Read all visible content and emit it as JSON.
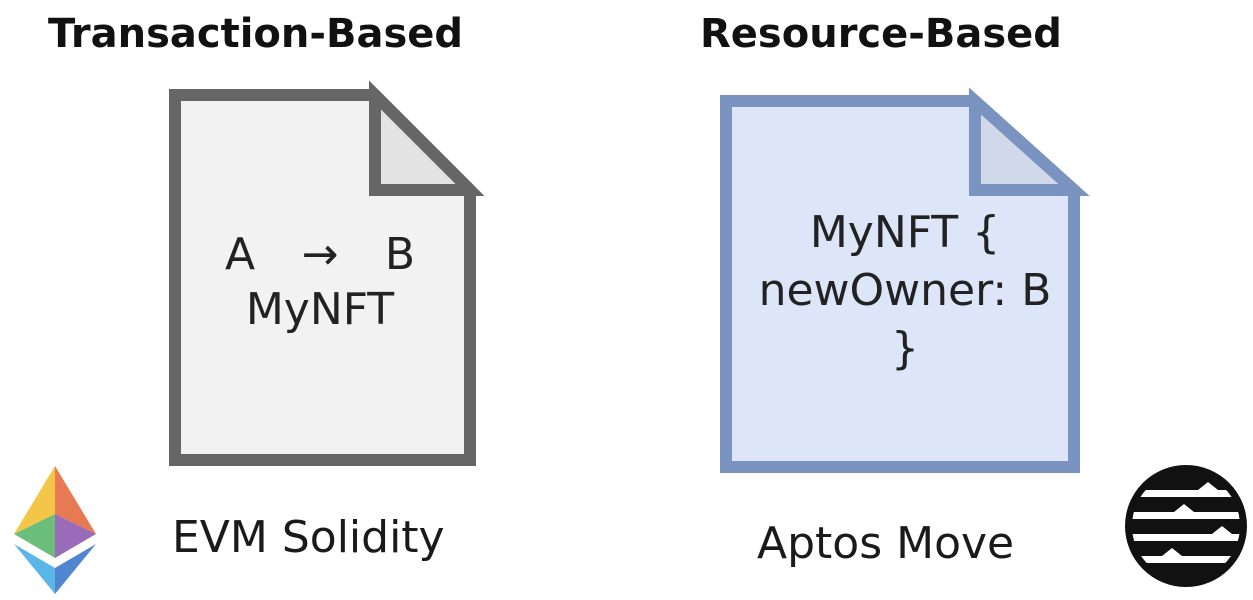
{
  "left": {
    "title": "Transaction-Based",
    "doc": {
      "from": "A",
      "arrow": "→",
      "to": "B",
      "token": "MyNFT"
    },
    "caption": "EVM Solidity",
    "logo_icon": "ethereum-logo",
    "doc_border_color": "#666666",
    "doc_fill_color": "#f2f2f2"
  },
  "right": {
    "title": "Resource-Based",
    "doc": {
      "line1": "MyNFT {",
      "line2": "newOwner: B",
      "line3": "}"
    },
    "caption": "Aptos Move",
    "logo_icon": "aptos-logo",
    "doc_border_color": "#7b93c0",
    "doc_fill_color": "#dce6f8"
  }
}
